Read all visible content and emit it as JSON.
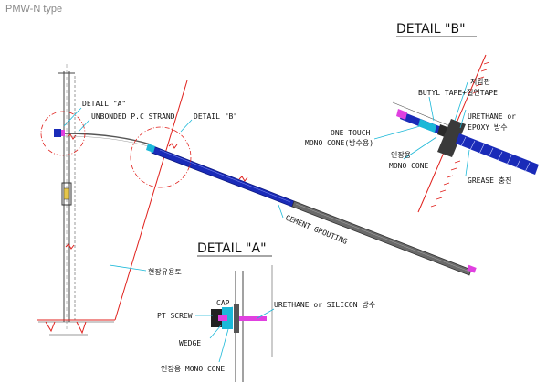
{
  "title": "PMW-N type",
  "labels": {
    "detail_a_ref": "DETAIL \"A\"",
    "strand": "UNBONDED P.C STRAND",
    "detail_b_ref": "DETAIL \"B\"",
    "cement": "CEMENT GROUTING",
    "soil": "현장유용토"
  },
  "detail_a": {
    "title": "DETAIL \"A\"",
    "cap": "CAP",
    "screw": "PT SCREW",
    "seal": "URETHANE or SILICON 방수",
    "wedge": "WEDGE",
    "cone": "인장용 MONO CONE"
  },
  "detail_b": {
    "title": "DETAIL \"B\"",
    "tape": "BUTYL TAPE+절연TAPE",
    "plate": "지압판",
    "urethane1": "URETHANE or",
    "urethane2": "EPOXY 방수",
    "one_touch1": "ONE TOUCH",
    "one_touch2": "MONO CONE(방수용)",
    "tension1": "인장용",
    "tension2": "MONO CONE",
    "grease": "GREASE 충진"
  },
  "colors": {
    "red": "#e0201c",
    "blue": "#1a2bb8",
    "cyan": "#1bb8d8",
    "magenta": "#e040e0",
    "grey": "#6a6a6a"
  }
}
